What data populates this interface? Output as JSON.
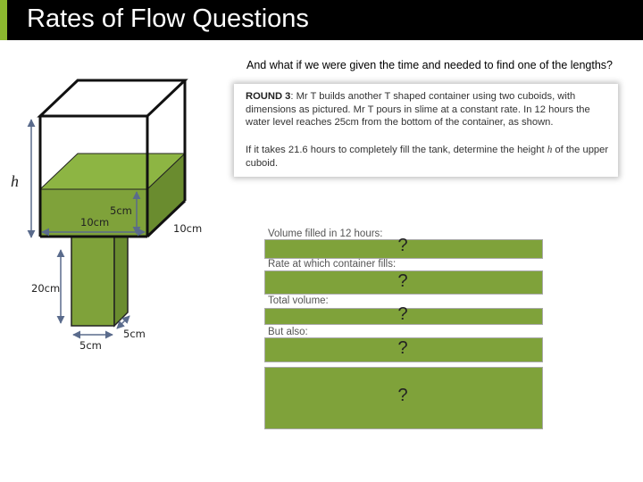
{
  "slide": {
    "title": "Rates of Flow Questions",
    "subtitle": "And what if we were given the time and needed to find one of the lengths?"
  },
  "question": {
    "round_label": "ROUND 3",
    "text_1": ": Mr T builds another T shaped container using two cuboids, with dimensions as pictured. Mr T pours in slime at a constant rate. In 12 hours the water level reaches 25cm from the bottom of the container, as shown.",
    "text_2_before": "If it takes 21.6 hours to completely fill the tank, determine the height ",
    "text_2_var": "h",
    "text_2_after": " of the upper cuboid."
  },
  "diagram": {
    "labels": {
      "h": "h",
      "top_depth": "5cm",
      "top_width": "10cm",
      "top_right_width": "10cm",
      "stem_height": "20cm",
      "stem_width": "5cm",
      "stem_depth": "5cm"
    },
    "colors": {
      "slime_top": "#8db543",
      "slime_front": "#7fa23a",
      "slime_side": "#6a8c2f",
      "arrow": "#5a6b8c"
    }
  },
  "working": {
    "rows": [
      {
        "label": "Volume filled in 12 hours:",
        "answer": "?"
      },
      {
        "label": "Rate at which container fills:",
        "answer": "?"
      },
      {
        "label": "Total volume:",
        "answer": "?"
      },
      {
        "label": "But also:",
        "answer": "?"
      }
    ],
    "final_answer": "?"
  }
}
